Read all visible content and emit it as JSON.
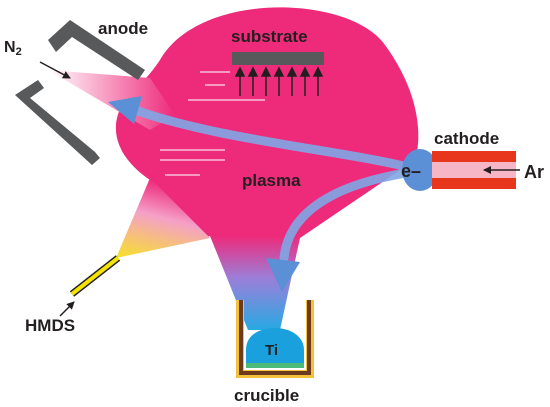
{
  "labels": {
    "n2_main": "N",
    "n2_sub": "2",
    "anode": "anode",
    "substrate": "substrate",
    "cathode": "cathode",
    "ar": "Ar",
    "electron": "e",
    "electron_dash": "–",
    "plasma": "plasma",
    "hmds": "HMDS",
    "ti": "Ti",
    "crucible": "crucible"
  },
  "colors": {
    "plasma": "#ee2a7b",
    "plasma_faint": "#f59ac0",
    "anode_gray": "#58595b",
    "substrate_gray": "#58595b",
    "cathode_red": "#e8361c",
    "cathode_core": "#f7b6c6",
    "electron_blue": "#5b8fd6",
    "beam_blue": "#7fa6e6",
    "hmds_yellow": "#f4e400",
    "crucible_brown": "#6b3a1f",
    "crucible_gold": "#f2c23a",
    "ti_blue": "#1aa0dc",
    "text": "#231f20"
  },
  "substrate_arrow_count": 7
}
